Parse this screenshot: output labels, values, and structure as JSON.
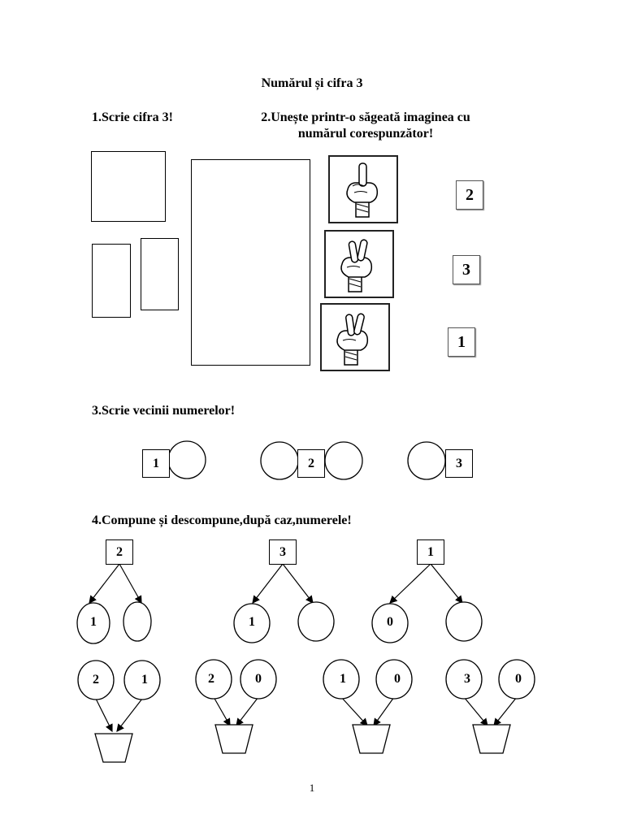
{
  "title": "Numărul și cifra 3",
  "ex1": {
    "heading": "1.Scrie cifra 3!"
  },
  "ex2": {
    "heading_line1": "2.Unește printr-o săgeată imaginea cu",
    "heading_line2": "numărul corespunzător!",
    "images": [
      "hand-one-finger",
      "hand-two-fingers",
      "hand-two-fingers"
    ],
    "numbers": [
      "2",
      "3",
      "1"
    ]
  },
  "ex3": {
    "heading": "3.Scrie vecinii numerelor!",
    "groups": [
      {
        "number": "1"
      },
      {
        "number": "2"
      },
      {
        "number": "3"
      }
    ]
  },
  "ex4": {
    "heading": "4.Compune și descompune,după caz,numerele!",
    "decompose": [
      {
        "top": "2",
        "left": "1",
        "right": ""
      },
      {
        "top": "3",
        "left": "1",
        "right": ""
      },
      {
        "top": "1",
        "left": "0",
        "right": ""
      }
    ],
    "compose": [
      {
        "left": "2",
        "right": "1"
      },
      {
        "left": "2",
        "right": "0"
      },
      {
        "left": "1",
        "right": "0"
      },
      {
        "left": "3",
        "right": "0"
      }
    ]
  },
  "page_number": "1"
}
